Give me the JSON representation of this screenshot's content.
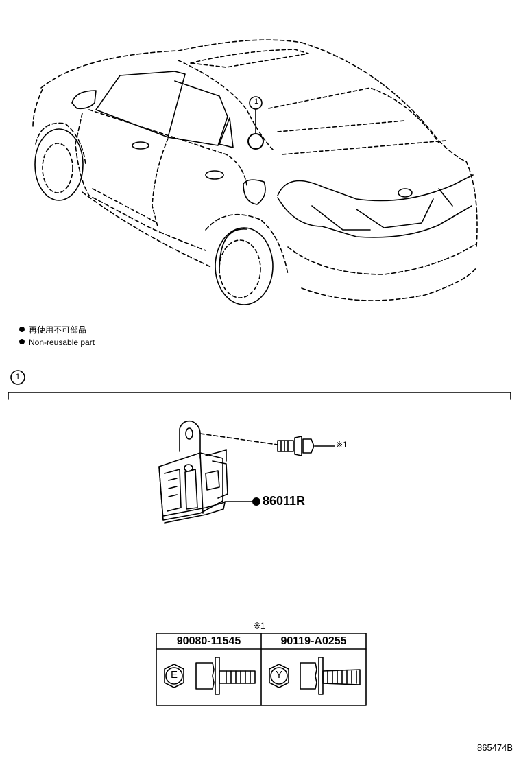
{
  "callout": {
    "number": "1"
  },
  "legend": {
    "items": [
      {
        "text": "再使用不可部品"
      },
      {
        "text": "Non-reusable part"
      }
    ]
  },
  "section": {
    "number": "1"
  },
  "parts": {
    "main_part": "86011R",
    "bolt_ref": "※1"
  },
  "fastener_table": {
    "ref": "※1",
    "columns": [
      {
        "part_no": "90080-11545",
        "head_mark": "E"
      },
      {
        "part_no": "90119-A0255",
        "head_mark": "Y"
      }
    ]
  },
  "illustration_code": "865474B"
}
